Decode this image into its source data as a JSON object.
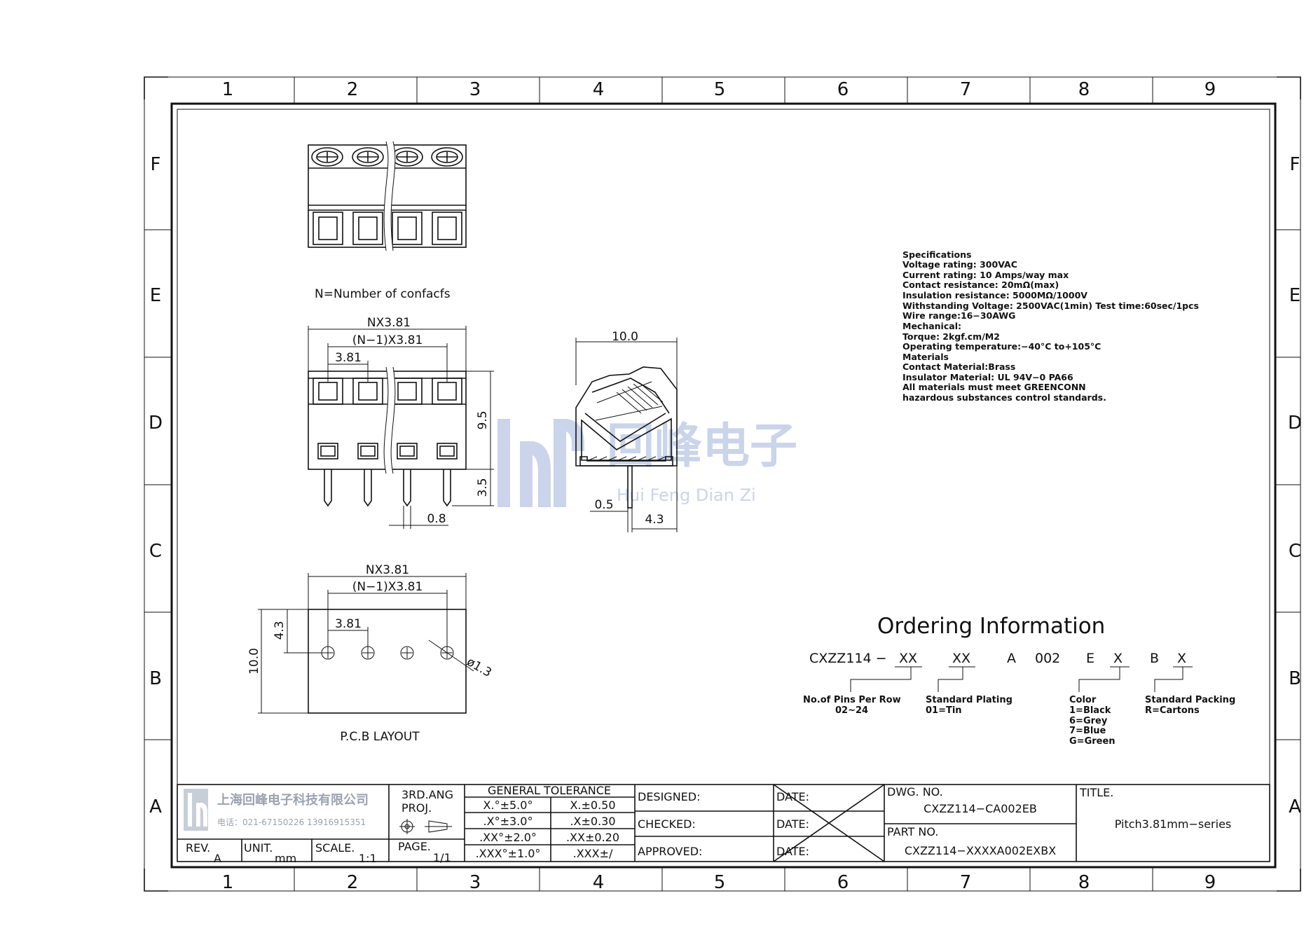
{
  "zones": {
    "columns": [
      "1",
      "2",
      "3",
      "4",
      "5",
      "6",
      "7",
      "8",
      "9"
    ],
    "rows": [
      "F",
      "E",
      "D",
      "C",
      "B",
      "A"
    ]
  },
  "views": {
    "n_note": "N=Number of confacfs",
    "front": {
      "nx": "NX3.81",
      "n1": "(N−1)X3.81",
      "pitch": "3.81",
      "height": "9.5",
      "pin_len": "3.5",
      "pin_w": "0.8"
    },
    "side": {
      "width": "10.0",
      "pin_w": "0.5",
      "offset": "4.3"
    },
    "pcb": {
      "nx": "NX3.81",
      "n1": "(N−1)X3.81",
      "pitch": "3.81",
      "height": "10.0",
      "hole_offset": "4.3",
      "hole_dia": "ø1.3",
      "label": "P.C.B LAYOUT"
    }
  },
  "specs": [
    "Specifications",
    "Voltage rating: 300VAC",
    "Current rating: 10 Amps/way max",
    "Contact resistance: 20mΩ(max)",
    "Insulation resistance: 5000MΩ/1000V",
    "Withstanding Voltage: 2500VAC(1min) Test time:60sec/1pcs",
    "Wire range:16−30AWG",
    "Mechanical:",
    "Torque: 2kgf.cm/M2",
    "Operating temperature:−40°C to+105°C",
    "Materials",
    "Contact Material:Brass",
    "Insulator Material: UL 94V−0 PA66",
    "All materials must meet GREENCONN",
    "hazardous substances control standards."
  ],
  "ordering": {
    "title": "Ordering Information",
    "code": {
      "prefix": "CXZZ114 −",
      "xx1": "XX",
      "xx2": "XX",
      "a": "A",
      "n002": "002",
      "e": "E",
      "x1": "X",
      "b": "B",
      "x2": "X"
    },
    "pins_label": "No.of Pins Per Row",
    "pins_value": "02~24",
    "plating_label": "Standard Plating",
    "plating_value": "01=Tin",
    "color_label": "Color",
    "color_options": [
      "1=Black",
      "6=Grey",
      "7=Blue",
      "G=Green"
    ],
    "packing_label": "Standard Packing",
    "packing_value": "R=Cartons"
  },
  "watermark": {
    "chars": "回峰电子",
    "pinyin": "Hui Feng Dian Zi"
  },
  "title_block": {
    "company": "上海回峰电子科技有限公司",
    "phone": "电话：021-67150226 13916915351",
    "projection": [
      "3RD.ANG",
      "PROJ."
    ],
    "tolerance_title": "GENERAL TOLERANCE",
    "tolerances": [
      [
        "X.°±5.0°",
        "X.±0.50"
      ],
      [
        ".X°±3.0°",
        ".X±0.30"
      ],
      [
        ".XX°±2.0°",
        ".XX±0.20"
      ],
      [
        ".XXX°±1.0°",
        ".XXX±/"
      ]
    ],
    "rev_label": "REV.",
    "rev_value": "A",
    "unit_label": "UNIT.",
    "unit_value": "mm",
    "scale_label": "SCALE.",
    "scale_value": "1:1",
    "page_label": "PAGE.",
    "page_value": "1/1",
    "designed": "DESIGNED:",
    "checked": "CHECKED:",
    "approved": "APPROVED:",
    "date": "DATE:",
    "dwg_label": "DWG. NO.",
    "dwg_value": "CXZZ114−CA002EB",
    "part_label": "PART NO.",
    "part_value": "CXZZ114−XXXXA002EXBX",
    "title_label": "TITLE.",
    "title_value": "Pitch3.81mm−series"
  }
}
